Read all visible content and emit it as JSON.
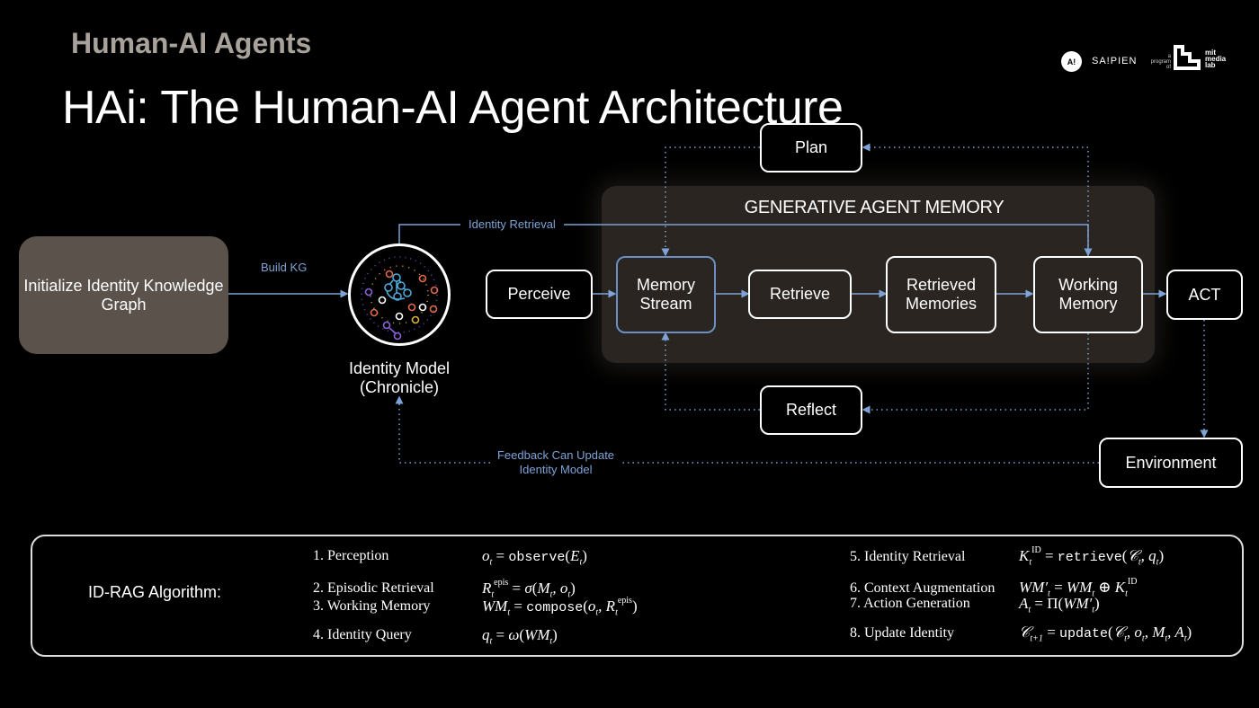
{
  "header": {
    "section_title": "Human-AI Agents",
    "main_title": "HAi: The Human-AI Agent Architecture"
  },
  "logos": {
    "ai_badge": "A!",
    "sapien": "SA!PIEN",
    "mit_prefix": [
      "a",
      "program",
      "of"
    ],
    "mit_text": [
      "mit",
      "media",
      "lab"
    ]
  },
  "diagram": {
    "init_box": "Initialize Identity Knowledge Graph",
    "build_kg_label": "Build KG",
    "identity_model": "Identity Model (Chronicle)",
    "identity_retrieval_label": "Identity Retrieval",
    "perceive": "Perceive",
    "gam_title": "GENERATIVE AGENT MEMORY",
    "memory_stream": "Memory Stream",
    "retrieve": "Retrieve",
    "retrieved_memories": "Retrieved Memories",
    "working_memory": "Working Memory",
    "act": "ACT",
    "plan": "Plan",
    "reflect": "Reflect",
    "environment": "Environment",
    "feedback_label_1": "Feedback Can Update",
    "feedback_label_2": "Identity Model"
  },
  "colors": {
    "accent_blue": "#7ea3d6",
    "panel_brown": "#2a2520",
    "init_box": "#5a524b",
    "section_title": "#a8a29b"
  },
  "algorithm": {
    "title": "ID-RAG Algorithm:",
    "steps": [
      {
        "label": "1. Perception",
        "eq_lhs": "o",
        "eq_fn": "observe",
        "eq_args": "E"
      },
      {
        "label": "2. Episodic Retrieval",
        "eq": "R_t^epis = σ(M_t, o_t)"
      },
      {
        "label": "3. Working Memory",
        "eq": "WM_t = compose(o_t, R_t^epis)"
      },
      {
        "label": "4. Identity Query",
        "eq": "q_t = ω(WM_t)"
      },
      {
        "label": "5. Identity Retrieval",
        "eq": "K_t^ID = retrieve(C_t, q_t)"
      },
      {
        "label": "6. Context Augmentation",
        "eq": "WM'_t = WM_t ⊕ K_t^ID"
      },
      {
        "label": "7. Action Generation",
        "eq": "A_t = Π(WM'_t)"
      },
      {
        "label": "8. Update Identity",
        "eq": "C_{t+1} = update(C_t, o_t, M_t, A_t)"
      }
    ]
  }
}
